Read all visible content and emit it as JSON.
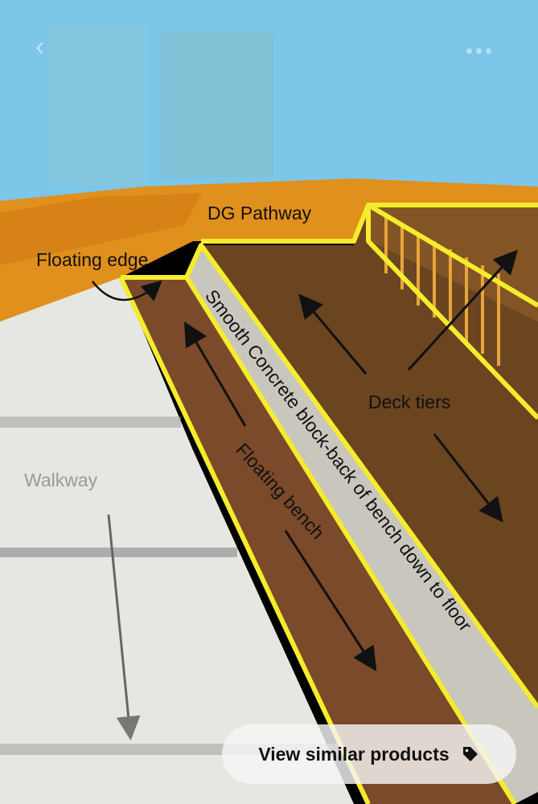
{
  "image": {
    "annotations": {
      "dg_pathway": "DG Pathway",
      "floating_edge": "Floating edge",
      "walkway": "Walkway",
      "deck_tiers": "Deck tiers",
      "concrete": "Smooth Concrete block-back of bench down to floor",
      "floating_bench": "Floating bench"
    }
  },
  "controls": {
    "similar_label": "View similar products",
    "similar_icon": "tag-icon",
    "back_icon": "chevron-left-icon",
    "more_icon": "more-dots-icon"
  },
  "colors": {
    "sky": "#7cc6ea",
    "dg": "#e0901c",
    "outline": "#f4ec2c",
    "bench": "#7a4a2a",
    "concrete": "#c9c6bd"
  }
}
